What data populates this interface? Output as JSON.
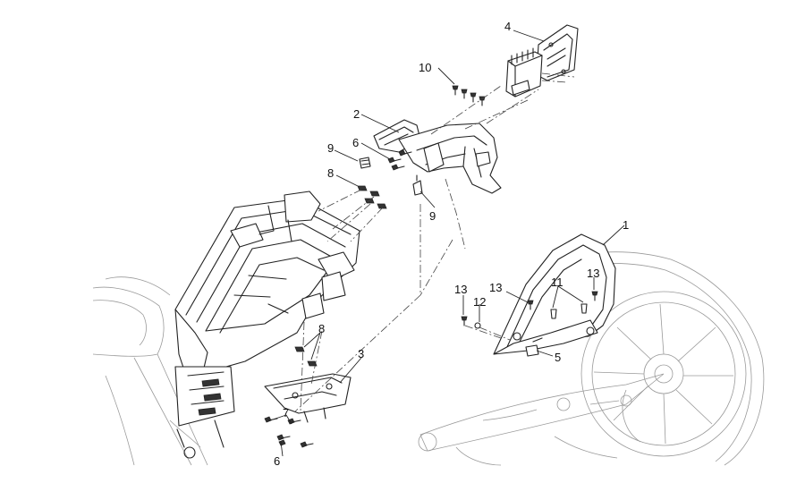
{
  "callouts": [
    {
      "id": "c4",
      "text": "4"
    },
    {
      "id": "c10",
      "text": "10"
    },
    {
      "id": "c2",
      "text": "2"
    },
    {
      "id": "c6a",
      "text": "6"
    },
    {
      "id": "c9a",
      "text": "9"
    },
    {
      "id": "c8a",
      "text": "8"
    },
    {
      "id": "c9b",
      "text": "9"
    },
    {
      "id": "c1",
      "text": "1"
    },
    {
      "id": "c13a",
      "text": "13"
    },
    {
      "id": "c12",
      "text": "12"
    },
    {
      "id": "c13b",
      "text": "13"
    },
    {
      "id": "c11",
      "text": "11"
    },
    {
      "id": "c13c",
      "text": "13"
    },
    {
      "id": "c5",
      "text": "5"
    },
    {
      "id": "c3",
      "text": "3"
    },
    {
      "id": "c8b",
      "text": "8"
    },
    {
      "id": "c7",
      "text": "7"
    },
    {
      "id": "c6b",
      "text": "6"
    }
  ]
}
